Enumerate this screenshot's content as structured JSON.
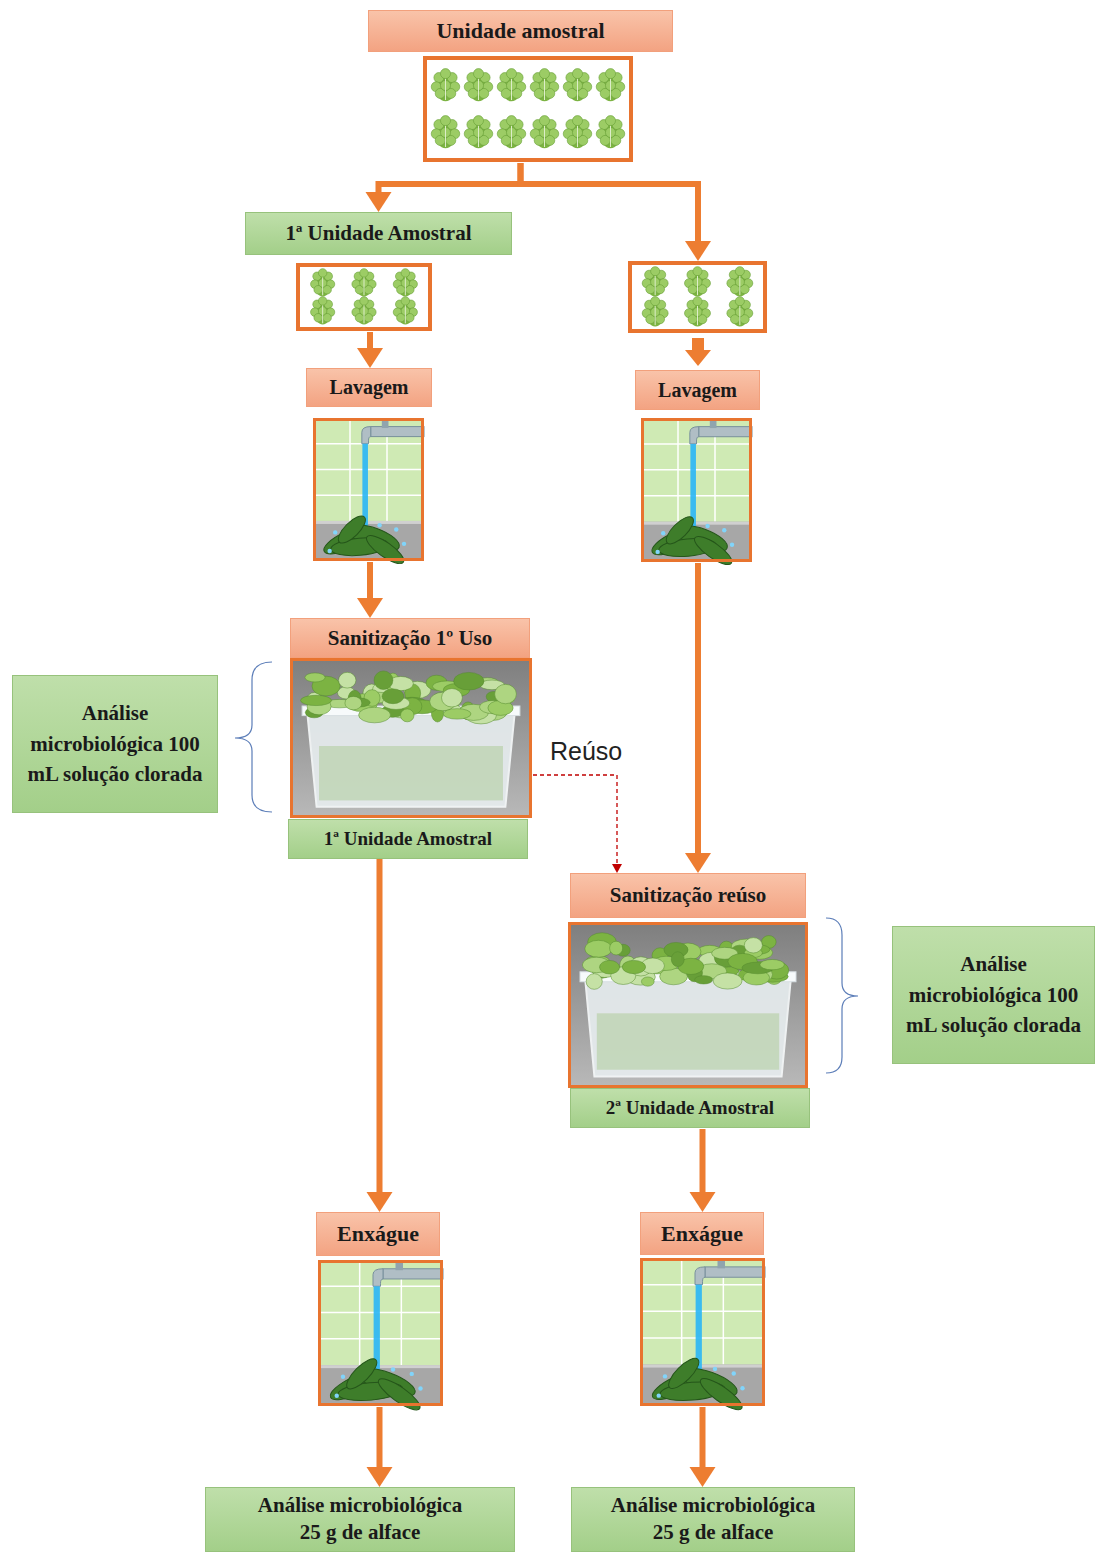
{
  "diagram": {
    "nodes": [
      {
        "text": [
          "Unidade amostral"
        ]
      },
      {
        "text": [
          "1ª Unidade Amostral"
        ]
      },
      {
        "text": [
          "Lavagem"
        ]
      },
      {
        "text": [
          "Lavagem"
        ]
      },
      {
        "text": [
          "Sanitização 1º Uso",
          "1ª Unidade Amostral"
        ]
      },
      {
        "text": [
          "Análise microbiológica 100 mL solução clorada"
        ]
      },
      {
        "text": [
          "Sanitização reúso",
          "2ª Unidade Amostral"
        ]
      },
      {
        "text": [
          "Análise microbiológica 100 mL solução clorada"
        ]
      },
      {
        "text": [
          "Enxágue"
        ]
      },
      {
        "text": [
          "Enxágue"
        ]
      },
      {
        "text": [
          "Análise microbiológica 25 g de alface"
        ]
      },
      {
        "text": [
          "Análise microbiológica 25 g de alface"
        ]
      }
    ],
    "edges": [
      {
        "from": 0,
        "to": 1,
        "arrow": "to"
      },
      {
        "from": 0,
        "to": 3,
        "arrow": "to"
      },
      {
        "from": 1,
        "to": 2,
        "arrow": "to"
      },
      {
        "from": 2,
        "to": 4,
        "arrow": "to"
      },
      {
        "from": 3,
        "to": 6,
        "arrow": "to"
      },
      {
        "from": 4,
        "to": 6,
        "label": "Reúso",
        "arrow": "to"
      },
      {
        "from": 4,
        "to": 8,
        "arrow": "to"
      },
      {
        "from": 6,
        "to": 9,
        "arrow": "to"
      },
      {
        "from": 8,
        "to": 10,
        "arrow": "to"
      },
      {
        "from": 9,
        "to": 11,
        "arrow": "to"
      }
    ]
  }
}
